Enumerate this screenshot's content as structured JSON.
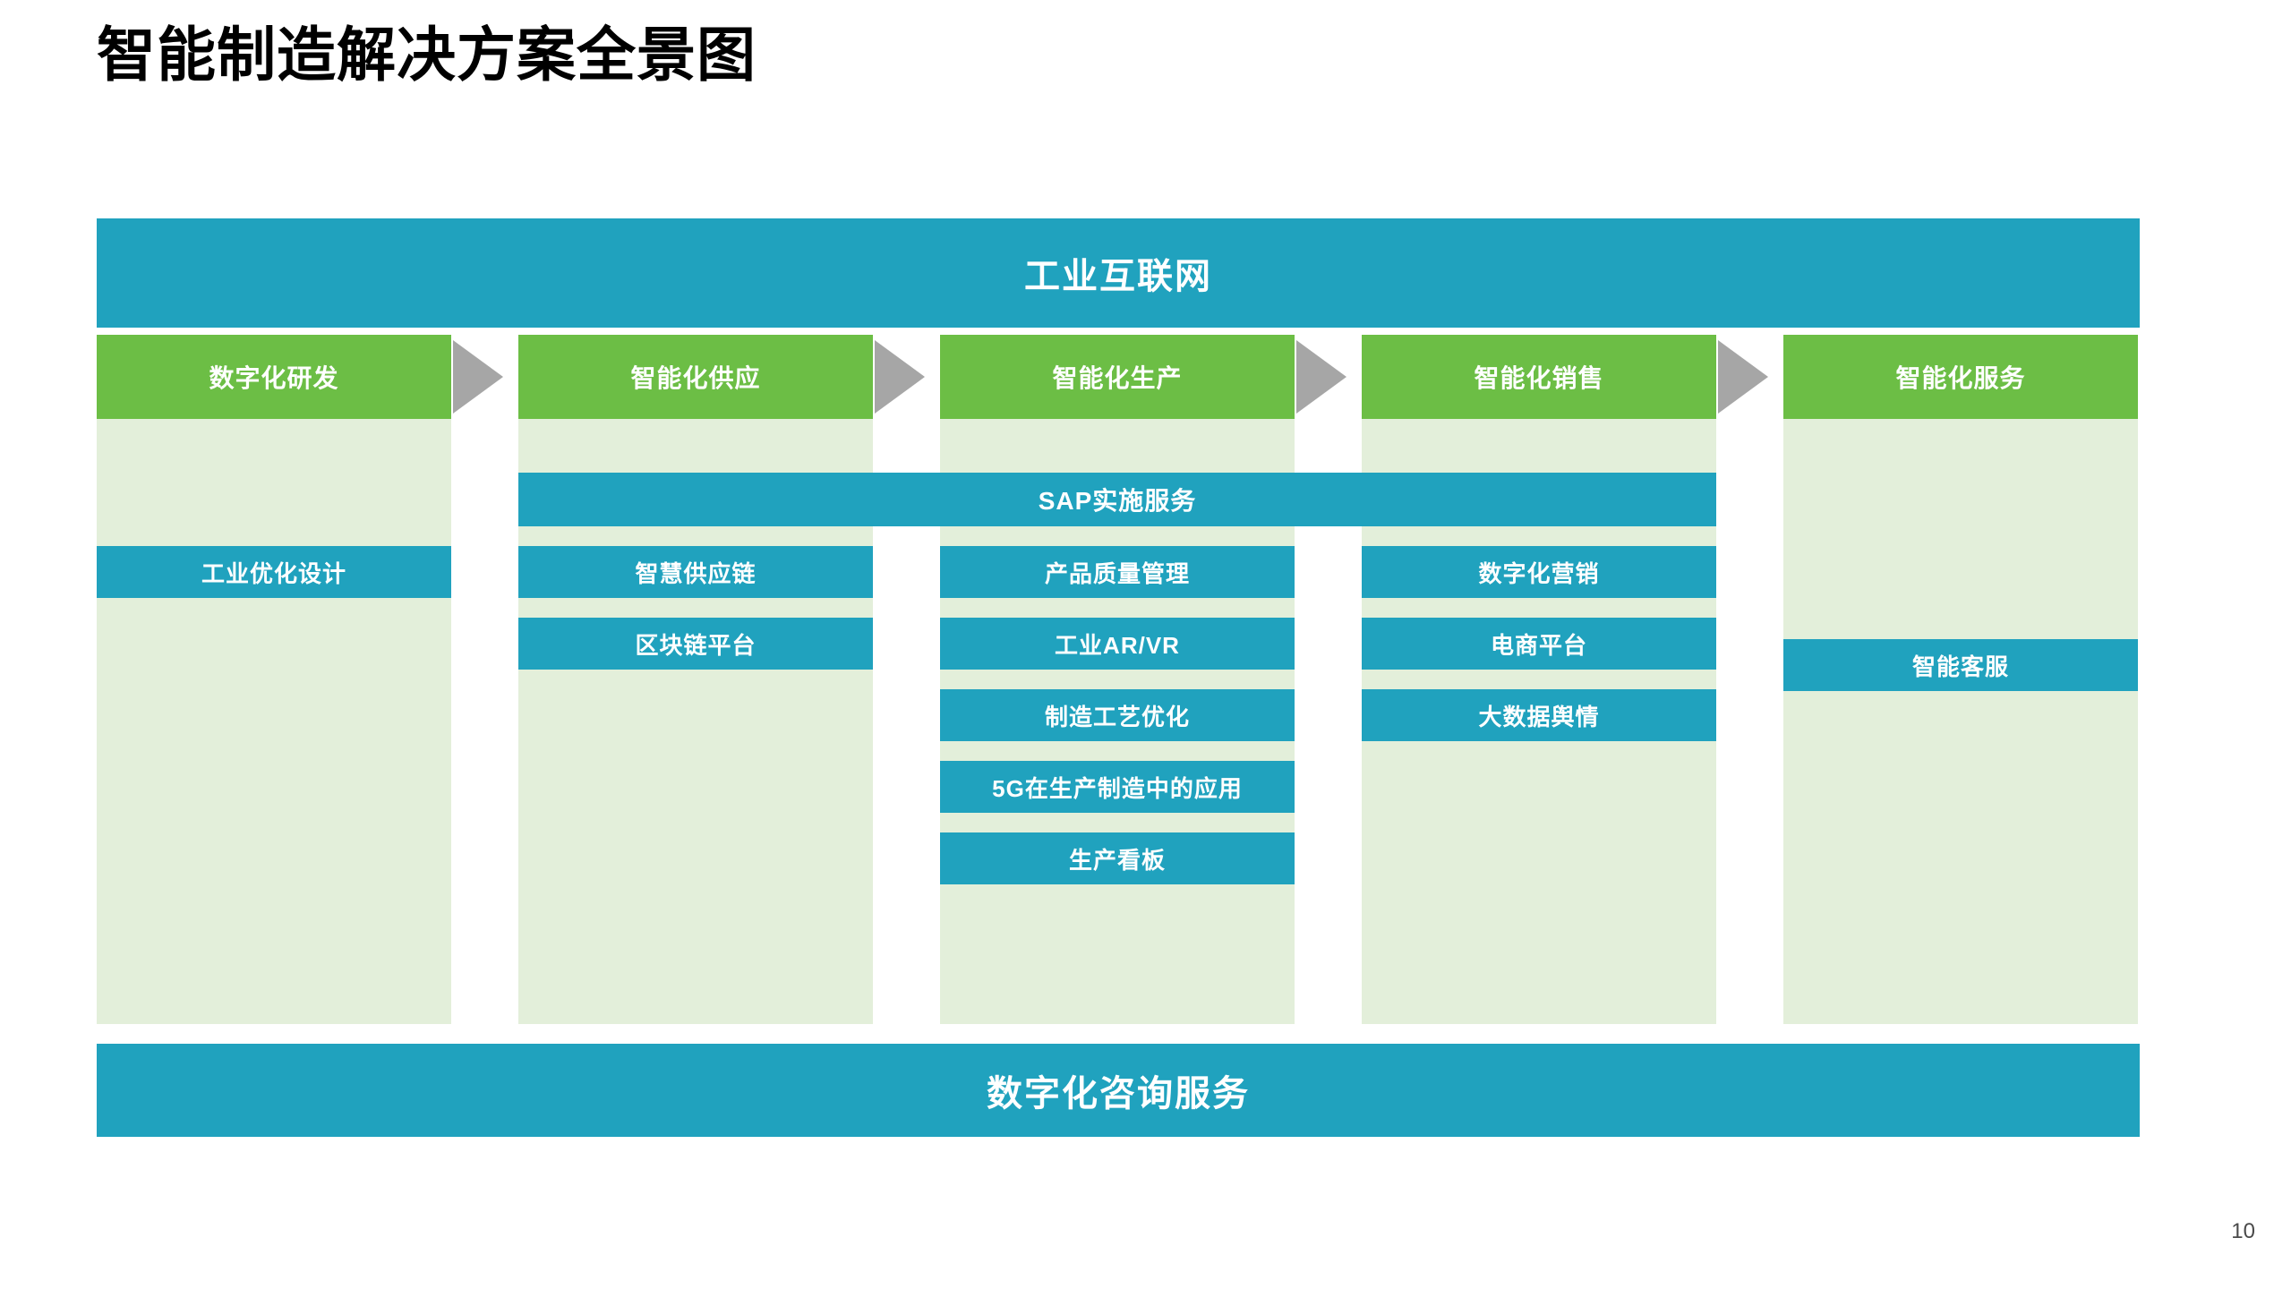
{
  "page": {
    "title": "智能制造解决方案全景图",
    "page_number": "10",
    "colors": {
      "teal": "#20A2BE",
      "green": "#6CBE45",
      "light_green": "#E3EFDA",
      "gray_arrow": "#A6A6A6",
      "text_dark": "#000000"
    }
  },
  "top_banner": {
    "label": "工业互联网"
  },
  "bottom_banner": {
    "label": "数字化咨询服务"
  },
  "overlay_bar": {
    "label": "SAP实施服务"
  },
  "columns": [
    {
      "header": "数字化研发",
      "items": [
        "工业优化设计"
      ]
    },
    {
      "header": "智能化供应",
      "items": [
        "智慧供应链",
        "区块链平台"
      ]
    },
    {
      "header": "智能化生产",
      "items": [
        "产品质量管理",
        "工业AR/VR",
        "制造工艺优化",
        "5G在生产制造中的应用",
        "生产看板"
      ]
    },
    {
      "header": "智能化销售",
      "items": [
        "数字化营销",
        "电商平台",
        "大数据舆情"
      ]
    },
    {
      "header": "智能化服务",
      "items": [
        "智能客服"
      ]
    }
  ],
  "arrows": [
    {
      "name": "arrow-1"
    },
    {
      "name": "arrow-2"
    },
    {
      "name": "arrow-3"
    },
    {
      "name": "arrow-4"
    }
  ]
}
